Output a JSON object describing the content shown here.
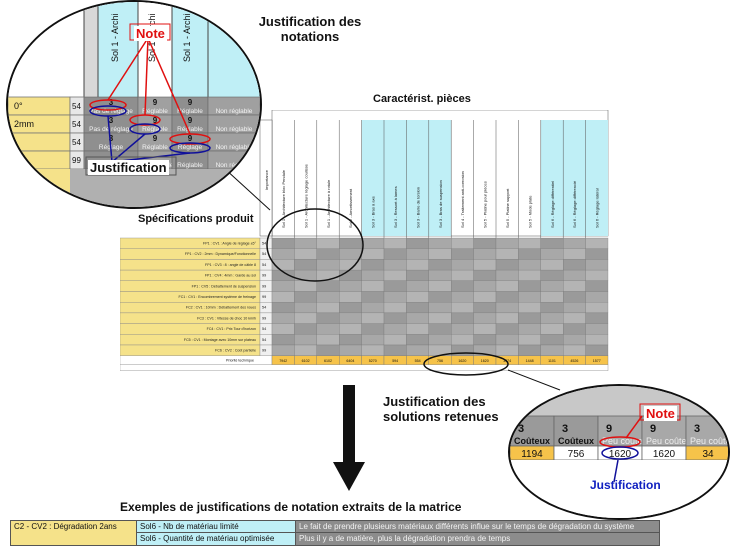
{
  "titles": {
    "top_right": "Justification des notations",
    "caracterist": "Caractérist. pièces",
    "specifications": "Spécifications produit",
    "justif_solutions": "Justification des solutions retenues",
    "exemples": "Exemples de justifications de notation extraits de la matrice"
  },
  "left_zoom": {
    "note_label": "Note",
    "justification_label": "Justification",
    "rows": [
      {
        "label": "0°",
        "num": "54",
        "notes": [
          "3",
          "9",
          "9"
        ],
        "justifs": [
          "Pas de réglage",
          "Réglable",
          "Réglable",
          "Non réglable"
        ]
      },
      {
        "label": "2mm",
        "num": "54",
        "notes": [
          "3",
          "9",
          "9"
        ],
        "justifs": [
          "Pas de réglage",
          "Réglable",
          "Réglable",
          "Non réglable"
        ]
      },
      {
        "label": "",
        "num": "54",
        "notes": [
          "3",
          "9",
          "9"
        ],
        "justifs": [
          "Réglage",
          "Réglable",
          "Réglage",
          "Non réglable"
        ]
      },
      {
        "label": "",
        "num": "99",
        "notes": [
          "",
          "",
          ""
        ],
        "justifs": [
          "Non réglable",
          "Non réglable",
          "Réglable",
          "Non réglable"
        ]
      }
    ],
    "col_headers": [
      "Sol 1 - Archi",
      "Sol 1 - Archi",
      "Sol 1 - Archi"
    ]
  },
  "right_zoom": {
    "note_label": "Note",
    "justification_label": "Justification",
    "notes": [
      "3",
      "3",
      "9",
      "9",
      "3"
    ],
    "cost_labels": [
      "Coûteux",
      "Coûteux",
      "Peu coûteux",
      "Peu coûteux",
      "Peu coûteux"
    ],
    "values": [
      "1194",
      "756",
      "1620",
      "1620",
      "34"
    ]
  },
  "matrix": {
    "spec_rows": [
      "FP1 : CV1 : Angle de réglage ±5°",
      "FP1 : CV2 : 2mm : Dynamique/Fonctionnelle",
      "FP1 : CV3 : 8 : angle de câble 8",
      "FP1 : CV4 : 4mm : Garde au sol",
      "FP1 : CV5 : Débattement de suspension",
      "FC1 : CV1 : Encombrement système de freinage",
      "FC2 : CV1 : 10mm : Débattement des roues",
      "FC3 : CV1 : Vitesse de choc 10 km/h",
      "FC4 : CV1 : Prix Tour d'horizon",
      "FC5 : CV1 : Montage avec 10mm sur plateau",
      "FC6 : CV2 : Coût partielle"
    ],
    "row_nums": [
      "54",
      "54",
      "54",
      "99",
      "99",
      "99",
      "54",
      "99",
      "54",
      "54",
      "99"
    ],
    "col_headers": [
      "Sol 1 - Architecture bloc Pendule",
      "Sol 1 - Architecture réglage coulisse",
      "Sol 1 - Architecture à rotule",
      "Sol 2 - Amortissement",
      "Sol 3 - Bras à axe",
      "Sol 3 - Ressort à lames",
      "Sol 3 - Barre de torsion",
      "Sol 3 - Bras de suspension",
      "Sol 4 - Traitement anti-corrosion",
      "Sol 5 - Platine pour pièces",
      "Sol 5 - Platine support",
      "Sol 5 - Mode plate",
      "Sol 6 - Réglage différentiel",
      "Sol 6 - Réglage différencié",
      "Sol 6 - Réglage latéral"
    ],
    "totals_label": "Priorité technique",
    "totals": [
      "7942",
      "6102",
      "6102",
      "6404",
      "5270",
      "594",
      "554",
      "756",
      "1620",
      "1620",
      "3474",
      "1448",
      "1101",
      "4526",
      "1577"
    ],
    "first_col_label": "Importance"
  },
  "example_rows": [
    {
      "spec": "C2 - CV2 : Dégradation 2ans",
      "solution": "Sol6 - Nb de matériau limité",
      "justification": "Le fait de prendre plusieurs matériaux différents influe sur le temps de dégradation du système"
    },
    {
      "spec": "",
      "solution": "Sol6 - Quantité de matériau optimisée",
      "justification": "Plus il y a de matière, plus la dégradation prendra de temps"
    }
  ],
  "colors": {
    "yellow": "#f5e28a",
    "cyan": "#bfeff6",
    "grey": "#9a9a9a",
    "dark_grey": "#7a7a7a",
    "orange": "#f6c34a",
    "red": "#e01010",
    "blue": "#10109a"
  }
}
